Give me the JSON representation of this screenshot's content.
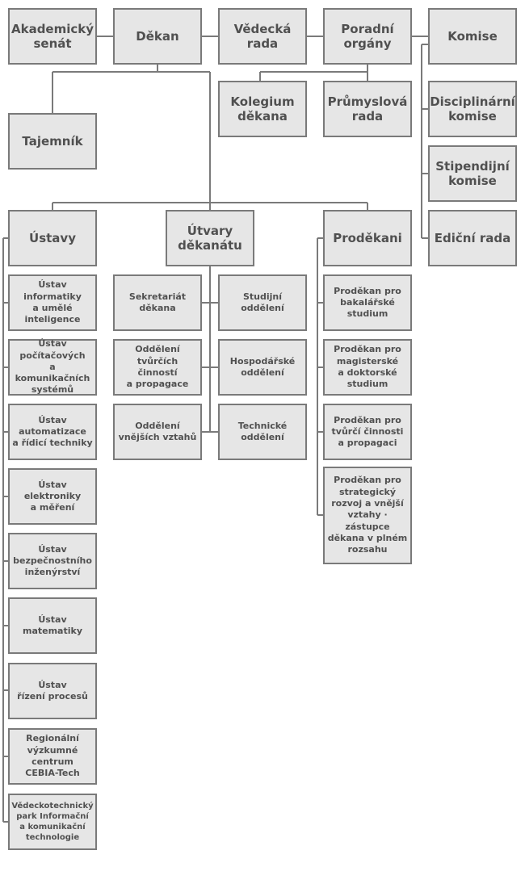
{
  "org": {
    "akademicky_senat": "Akademický\nsenát",
    "dekan": "Děkan",
    "vedecka_rada": "Vědecká\nrada",
    "poradni_organy": "Poradní\norgány",
    "komise": "Komise",
    "kolegium_dekana": "Kolegium\nděkana",
    "prumyslova_rada": "Průmyslová\nrada",
    "disciplinarni_komise": "Disciplinární\nkomise",
    "stipendijni_komise": "Stipendijní\nkomise",
    "edicni_rada": "Ediční rada",
    "tajemnik": "Tajemník",
    "ustavy": "Ústavy",
    "utvary_dekanatu": "Útvary\nděkanátu",
    "prodekani": "Proděkani",
    "ustavy_list": [
      "Ústav\ninformatiky\na umělé\ninteligence",
      "Ústav\npočítačových\na komunikačních\nsystémů",
      "Ústav\nautomatizace\na řídicí techniky",
      "Ústav\nelektroniky\na měření",
      "Ústav\nbezpečnostního\ninženýrství",
      "Ústav\nmatematiky",
      "Ústav\nřízení procesů",
      "Regionální\nvýzkumné\ncentrum\nCEBIA-Tech",
      "Vědeckotechnický\npark Informační\na komunikační\ntechnologie"
    ],
    "utvary_left": [
      "Sekretariát\nděkana",
      "Oddělení\ntvůrčích činností\na propagace",
      "Oddělení\nvnějších vztahů"
    ],
    "utvary_right": [
      "Studijní\noddělení",
      "Hospodářské\noddělení",
      "Technické\noddělení"
    ],
    "prodekani_list": [
      "Proděkan pro\nbakalářské\nstudium",
      "Proděkan pro\nmagisterské\na doktorské\nstudium",
      "Proděkan pro\ntvůrčí činnosti\na propagaci",
      "Proděkan pro\nstrategický\nrozvoj a vnější\nvztahy ·\nzástupce\nděkana v plném\nrozsahu"
    ]
  }
}
